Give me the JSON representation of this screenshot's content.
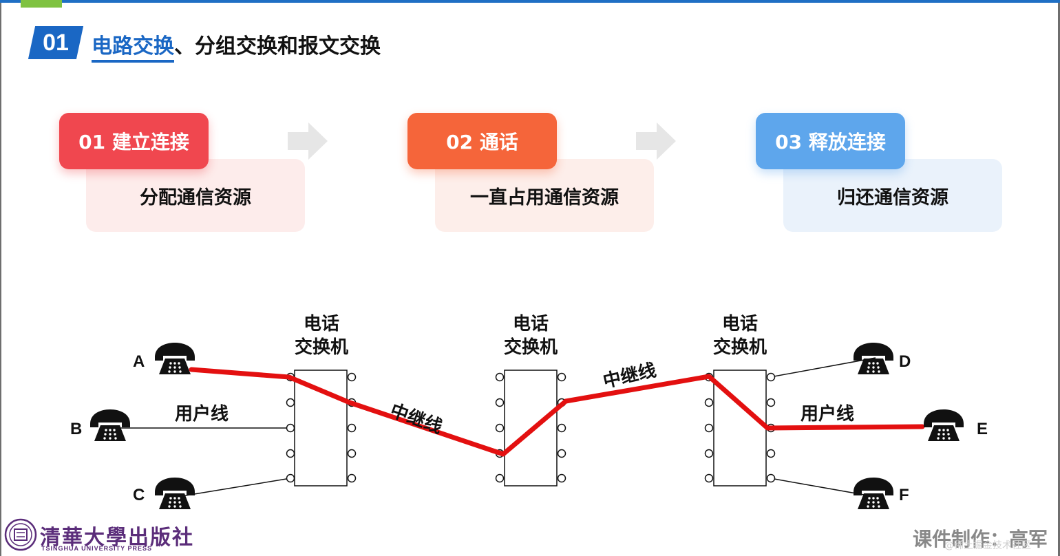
{
  "header": {
    "number": "01",
    "title_highlight": "电路交换",
    "title_rest": "、分组交换和报文交换"
  },
  "steps": [
    {
      "label": "01 建立连接",
      "desc": "分配通信资源",
      "color": "#f0474f",
      "bg": "#fdeceb"
    },
    {
      "label": "02 通话",
      "desc": "一直占用通信资源",
      "color": "#f5653a",
      "bg": "#fdeeea"
    },
    {
      "label": "03 释放连接",
      "desc": "归还通信资源",
      "color": "#5ea6ec",
      "bg": "#eaf2fb"
    }
  ],
  "diagram": {
    "switch_title_line1": "电话",
    "switch_title_line2": "交换机",
    "user_line_label": "用户线",
    "trunk_label": "中继线",
    "phones": {
      "a": "A",
      "b": "B",
      "c": "C",
      "d": "D",
      "e": "E",
      "f": "F"
    },
    "path_color": "#e31010",
    "icon": "telephone-icon"
  },
  "footer": {
    "publisher": "清華大學出版社",
    "publisher_en": "TSINGHUA UNIVERSITY PRESS",
    "credit": "课件制作：高军",
    "watermark": "@稀土掘金技术社区"
  }
}
